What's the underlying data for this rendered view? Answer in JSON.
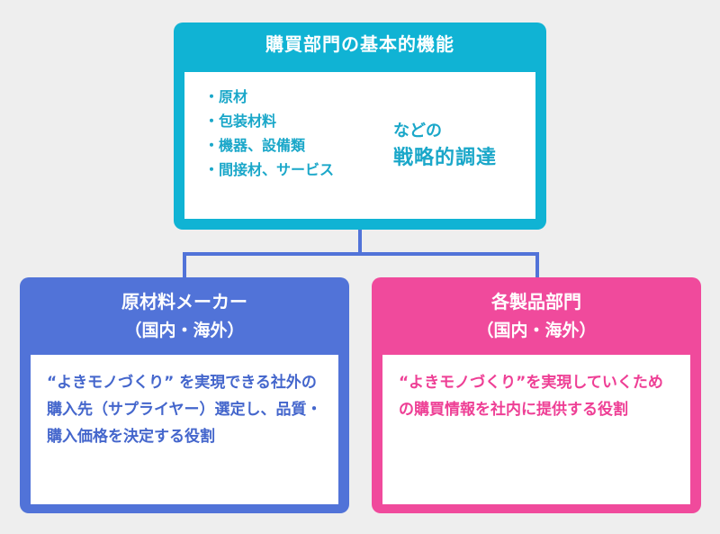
{
  "top": {
    "title": "購買部門の基本的機能",
    "items": [
      "・原材",
      "・包装材料",
      "・機器、設備類",
      "・間接材、サービス"
    ],
    "strategy_line1": "などの",
    "strategy_line2": "戦略的調達"
  },
  "left": {
    "title": "原材料メーカー",
    "subtitle": "（国内・海外）",
    "description": "“よきモノづくり” を実現できる社外の購入先（サプライヤー）選定し、品質・購入価格を決定する役割"
  },
  "right": {
    "title": "各製品部門",
    "subtitle": "（国内・海外）",
    "description": "“よきモノづくり”を実現していくための購買情報を社内に提供する役割"
  },
  "colors": {
    "top": "#10b3d4",
    "left": "#5173d8",
    "right": "#f04a9c",
    "connector": "#5173d8"
  }
}
